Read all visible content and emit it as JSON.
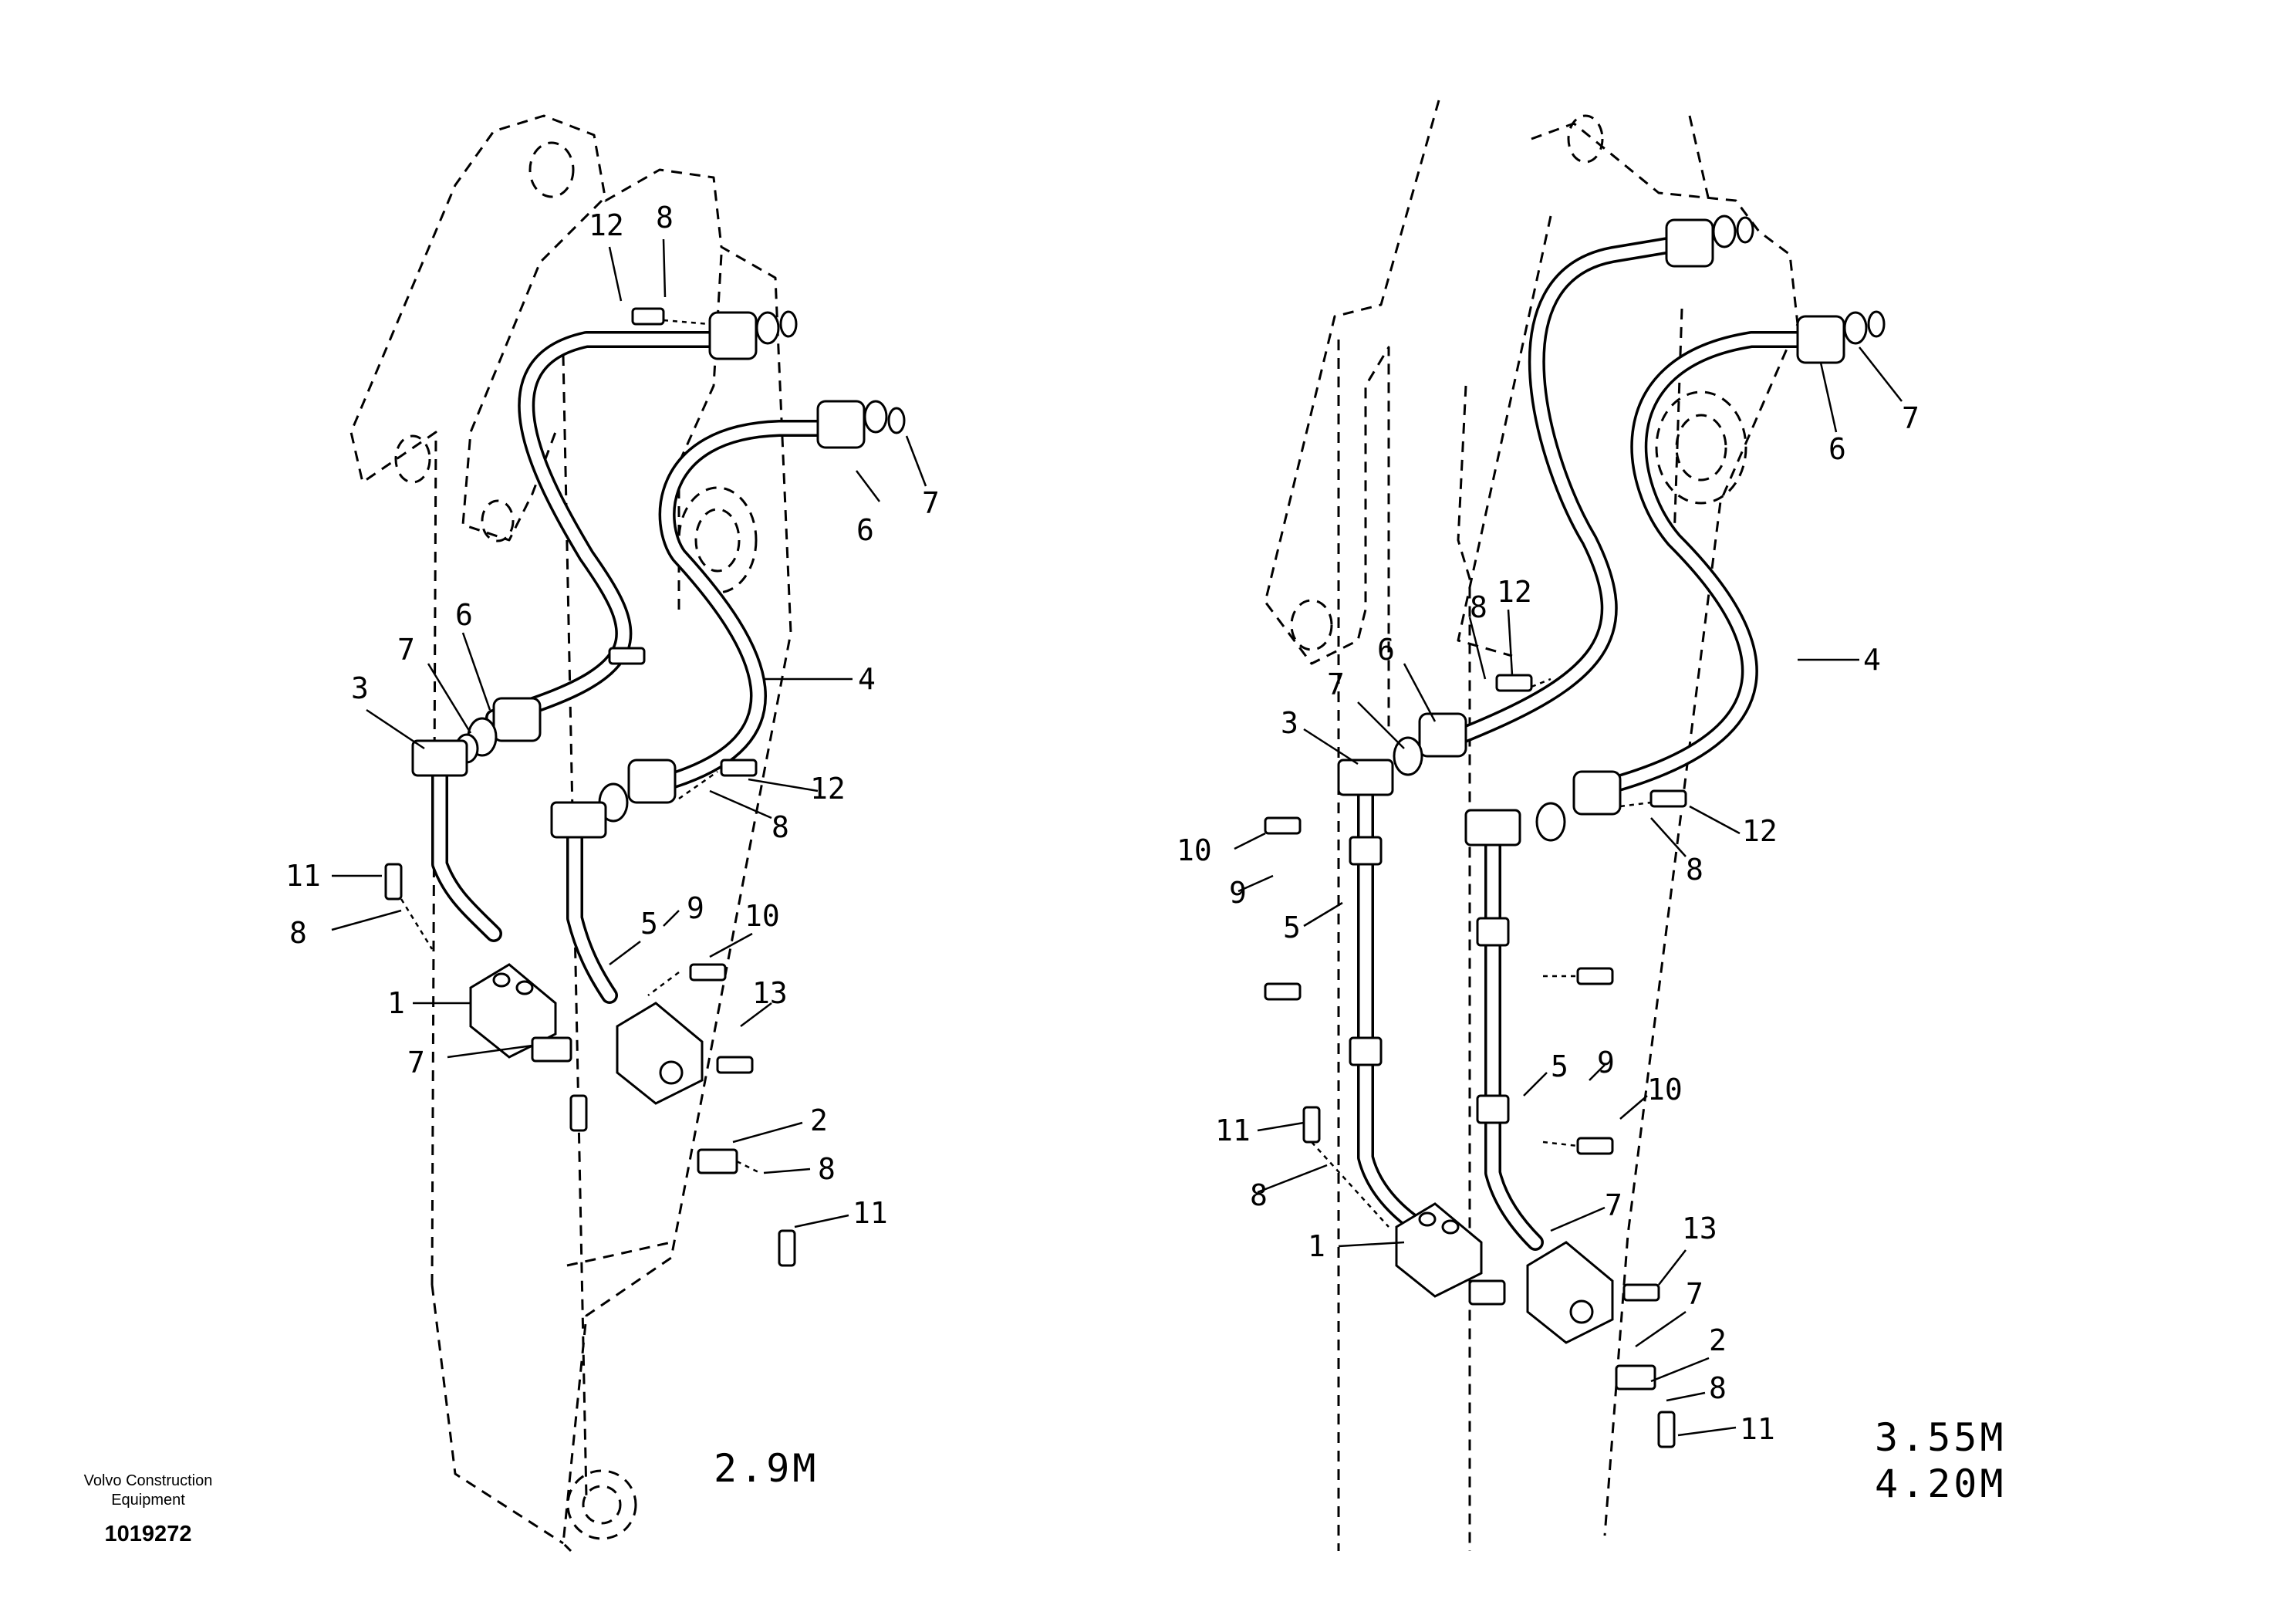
{
  "diagram": {
    "left_variant": "2.9M",
    "right_variant_line1": "3.55M",
    "right_variant_line2": "4.20M",
    "publisher_line1": "Volvo Construction",
    "publisher_line2": "Equipment",
    "reference_number": "1019272",
    "callouts_left": [
      {
        "id": "l12a",
        "label": "12"
      },
      {
        "id": "l8a",
        "label": "8"
      },
      {
        "id": "l6a",
        "label": "6"
      },
      {
        "id": "l7a",
        "label": "7"
      },
      {
        "id": "l6b",
        "label": "6"
      },
      {
        "id": "l7b",
        "label": "7"
      },
      {
        "id": "l3",
        "label": "3"
      },
      {
        "id": "l4",
        "label": "4"
      },
      {
        "id": "l12b",
        "label": "12"
      },
      {
        "id": "l8b",
        "label": "8"
      },
      {
        "id": "l11a",
        "label": "11"
      },
      {
        "id": "l8c",
        "label": "8"
      },
      {
        "id": "l5",
        "label": "5"
      },
      {
        "id": "l9",
        "label": "9"
      },
      {
        "id": "l10",
        "label": "10"
      },
      {
        "id": "l1",
        "label": "1"
      },
      {
        "id": "l13",
        "label": "13"
      },
      {
        "id": "l7c",
        "label": "7"
      },
      {
        "id": "l2",
        "label": "2"
      },
      {
        "id": "l8d",
        "label": "8"
      },
      {
        "id": "l11b",
        "label": "11"
      }
    ],
    "callouts_right": [
      {
        "id": "r6a",
        "label": "6"
      },
      {
        "id": "r7a",
        "label": "7"
      },
      {
        "id": "r8a",
        "label": "8"
      },
      {
        "id": "r12a",
        "label": "12"
      },
      {
        "id": "r6b",
        "label": "6"
      },
      {
        "id": "r7b",
        "label": "7"
      },
      {
        "id": "r4",
        "label": "4"
      },
      {
        "id": "r3",
        "label": "3"
      },
      {
        "id": "r10a",
        "label": "10"
      },
      {
        "id": "r9a",
        "label": "9"
      },
      {
        "id": "r5a",
        "label": "5"
      },
      {
        "id": "r12b",
        "label": "12"
      },
      {
        "id": "r8b",
        "label": "8"
      },
      {
        "id": "r5b",
        "label": "5"
      },
      {
        "id": "r9b",
        "label": "9"
      },
      {
        "id": "r10b",
        "label": "10"
      },
      {
        "id": "r11a",
        "label": "11"
      },
      {
        "id": "r8c",
        "label": "8"
      },
      {
        "id": "r7c",
        "label": "7"
      },
      {
        "id": "r1",
        "label": "1"
      },
      {
        "id": "r13",
        "label": "13"
      },
      {
        "id": "r7d",
        "label": "7"
      },
      {
        "id": "r2",
        "label": "2"
      },
      {
        "id": "r8d",
        "label": "8"
      },
      {
        "id": "r11b",
        "label": "11"
      }
    ]
  }
}
